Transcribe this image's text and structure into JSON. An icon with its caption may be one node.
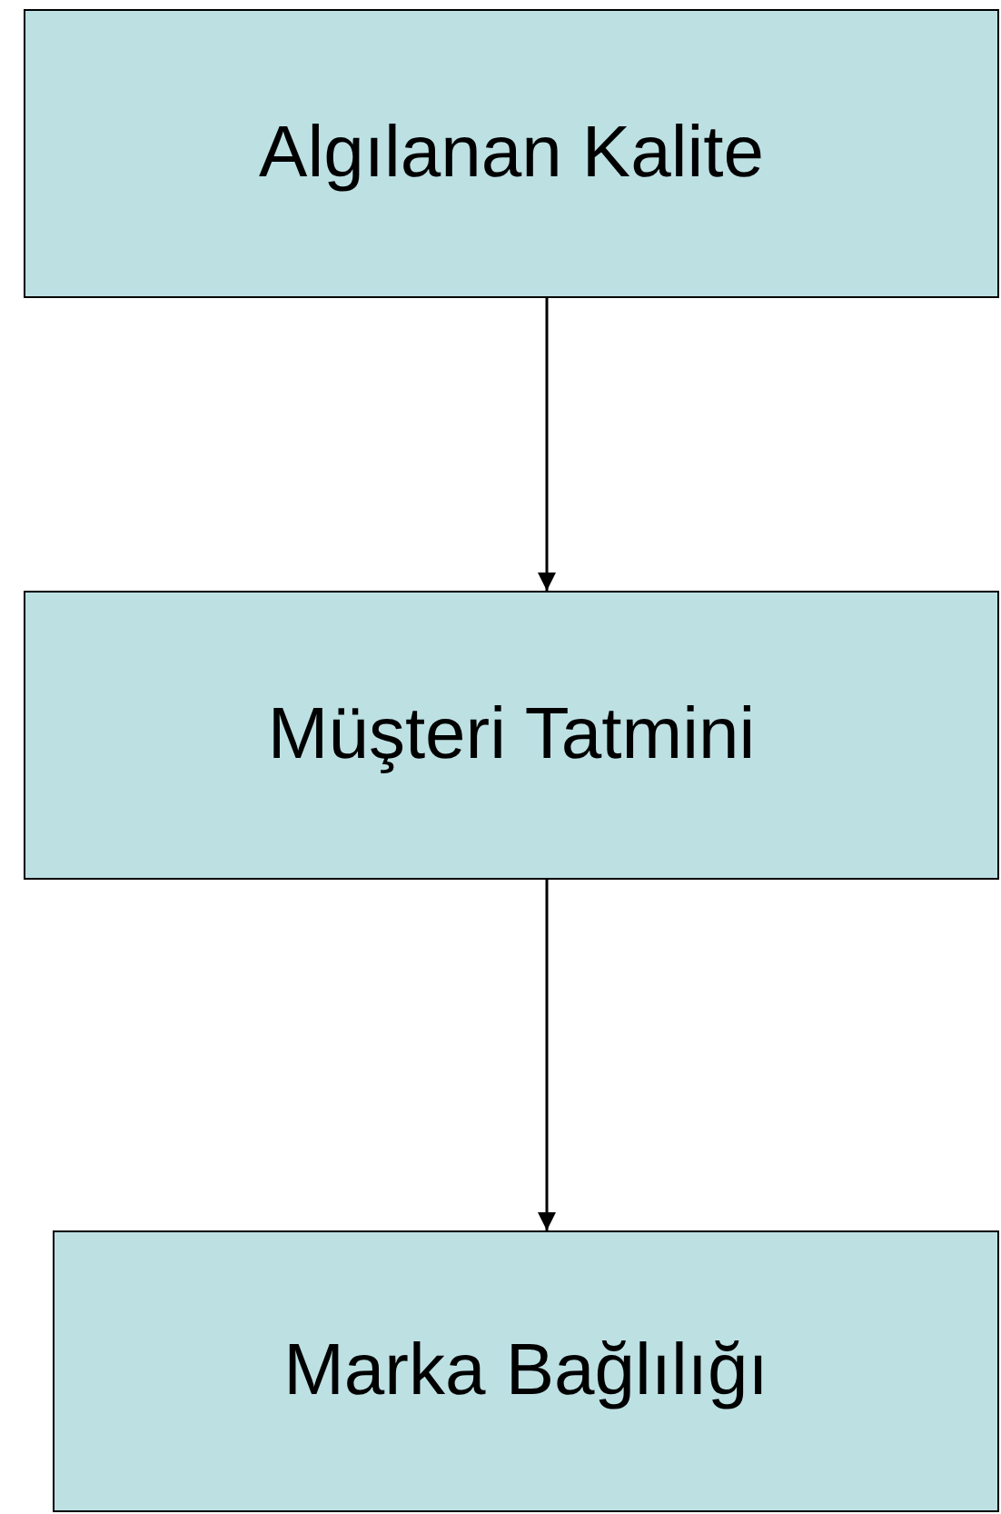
{
  "diagram": {
    "nodes": [
      {
        "text": [
          "Algılanan Kalite"
        ]
      },
      {
        "text": [
          "Müşteri Tatmini"
        ]
      },
      {
        "text": [
          "Marka Bağlılığı"
        ]
      }
    ],
    "edges": [
      {
        "from": 0,
        "to": 1,
        "arrow": "to"
      },
      {
        "from": 1,
        "to": 2,
        "arrow": "to"
      }
    ]
  }
}
